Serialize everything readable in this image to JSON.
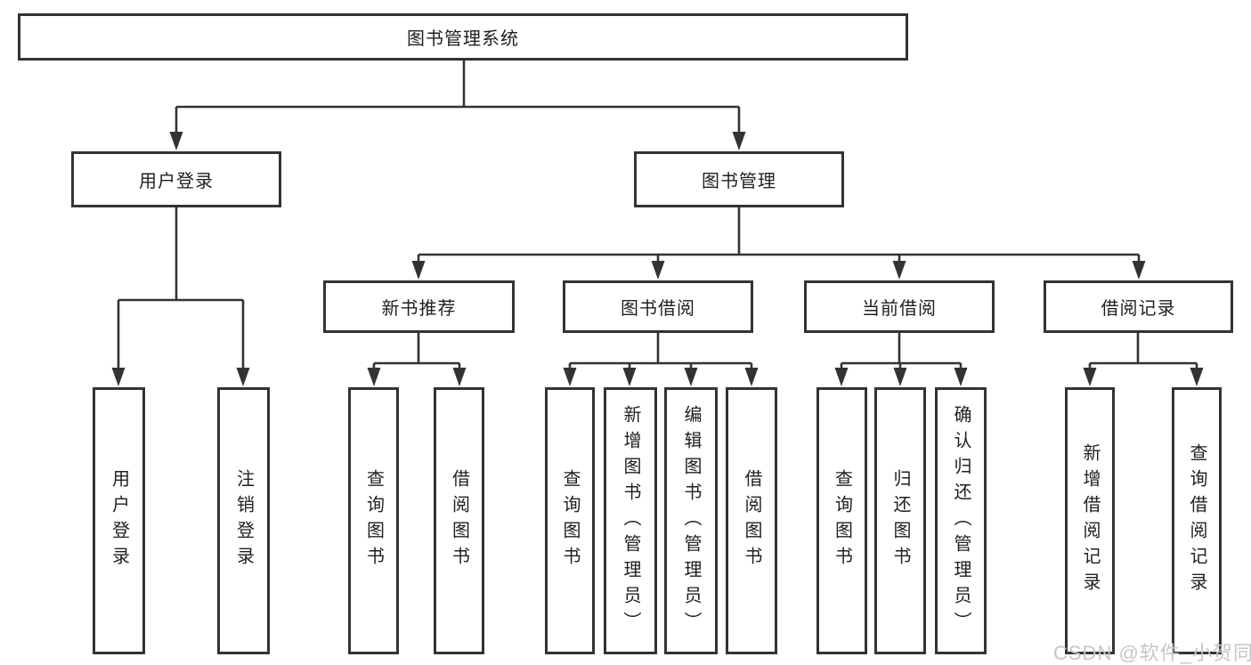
{
  "tree": {
    "root": {
      "label": "图书管理系统"
    },
    "branches": [
      {
        "label": "用户登录",
        "children": [
          "用户登录",
          "注销登录"
        ]
      },
      {
        "label": "图书管理",
        "sections": [
          {
            "label": "新书推荐",
            "children": [
              "查询图书",
              "借阅图书"
            ]
          },
          {
            "label": "图书借阅",
            "children": [
              "查询图书",
              "新增图书（管理员）",
              "编辑图书（管理员）",
              "借阅图书"
            ]
          },
          {
            "label": "当前借阅",
            "children": [
              "查询图书",
              "归还图书",
              "确认归还（管理员）"
            ]
          },
          {
            "label": "借阅记录",
            "children": [
              "新增借阅记录",
              "查询借阅记录"
            ]
          }
        ]
      }
    ]
  },
  "watermark": "CSDN @软件_小贺同学",
  "colors": {
    "line": "#333333",
    "text": "#1f1f1f",
    "watermark": "#c6c6c6",
    "background": "#ffffff"
  }
}
